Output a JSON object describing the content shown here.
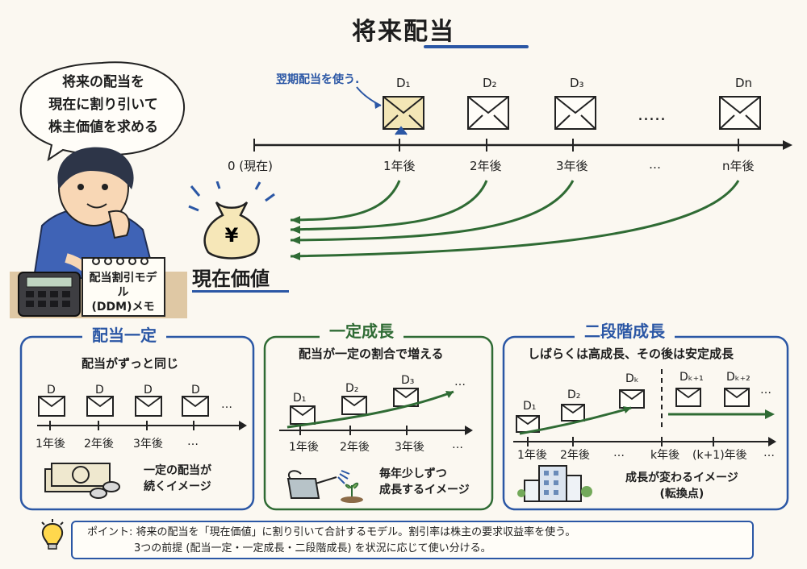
{
  "title": "将来配当",
  "bubble_lines": [
    "将来の配当を",
    "現在に割り引いて",
    "株主価値を求める"
  ],
  "notebook_lines": [
    "配当割引モデル",
    "(DDM)メモ"
  ],
  "timeline": {
    "note": "翌期配当を使う.",
    "d_labels": [
      "D₁",
      "D₂",
      "D₃",
      "Dn"
    ],
    "dots": ".....",
    "ticks": [
      "0 (現在)",
      "1年後",
      "2年後",
      "3年後",
      "…",
      "n年後"
    ]
  },
  "present_value": "現在価値",
  "boxes": {
    "const": {
      "title": "配当一定",
      "subtitle": "配当がずっと同じ",
      "d_labels": [
        "D",
        "D",
        "D",
        "D"
      ],
      "dots": "…",
      "ticks": [
        "1年後",
        "2年後",
        "3年後",
        "…"
      ],
      "caption_lines": [
        "一定の配当が",
        "続くイメージ"
      ]
    },
    "growth": {
      "title": "一定成長",
      "subtitle": "配当が一定の割合で増える",
      "d_labels": [
        "D₁",
        "D₂",
        "D₃"
      ],
      "dots": "…",
      "ticks": [
        "1年後",
        "2年後",
        "3年後",
        "…"
      ],
      "caption_lines": [
        "毎年少しずつ",
        "成長するイメージ"
      ]
    },
    "twostage": {
      "title": "二段階成長",
      "subtitle": "しばらくは高成長、その後は安定成長",
      "d_labels": [
        "D₁",
        "D₂",
        "Dₖ",
        "Dₖ₊₁",
        "Dₖ₊₂"
      ],
      "dots": "…",
      "ticks": [
        "1年後",
        "2年後",
        "…",
        "k年後",
        "(k+1)年後",
        "…"
      ],
      "caption_lines": [
        "成長が変わるイメージ",
        "(転換点)"
      ]
    }
  },
  "note": {
    "line1": "ポイント: 将来の配当を「現在価値」に割り引いて合計するモデル。割引率は株主の要求収益率を使う。",
    "line2": "3つの前提 (配当一定・一定成長・二段階成長) を状況に応じて使い分ける。"
  },
  "colors": {
    "accent_blue": "#2b57a5",
    "accent_green": "#2f6b34",
    "envelope": "#f3e6b6"
  }
}
